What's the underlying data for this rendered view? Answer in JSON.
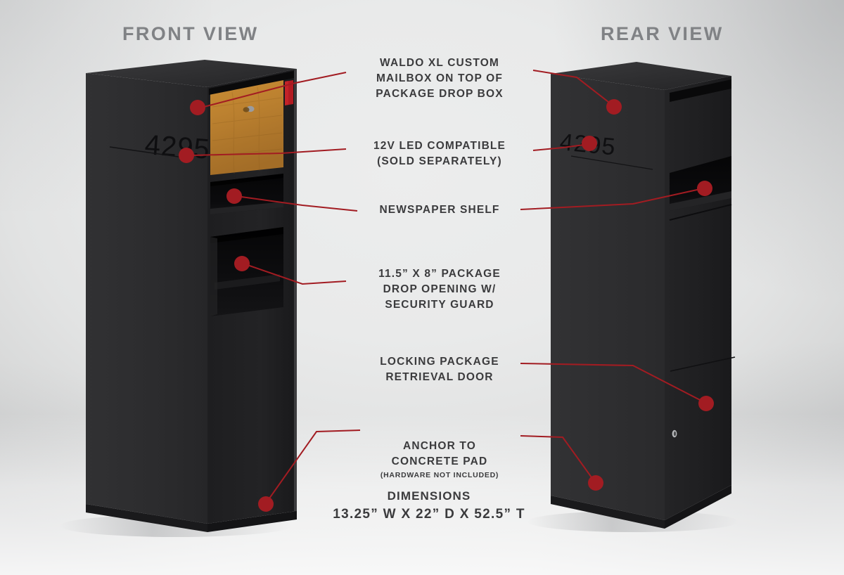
{
  "headings": {
    "front": "FRONT VIEW",
    "rear": "REAR VIEW"
  },
  "callouts": [
    {
      "id": "waldo-mailbox",
      "text": "WALDO XL CUSTOM\nMAILBOX  ON TOP OF\nPACKAGE DROP BOX"
    },
    {
      "id": "led-compatible",
      "text": "12V LED COMPATIBLE\n(SOLD SEPARATELY)"
    },
    {
      "id": "newspaper-shelf",
      "text": "NEWSPAPER SHELF"
    },
    {
      "id": "package-drop",
      "text": "11.5” X 8” PACKAGE\nDROP OPENING W/\nSECURITY GUARD"
    },
    {
      "id": "locking-door",
      "text": "LOCKING PACKAGE\nRETRIEVAL DOOR"
    },
    {
      "id": "anchor",
      "text": "ANCHOR TO\nCONCRETE PAD",
      "sub": "(HARDWARE NOT INCLUDED)"
    }
  ],
  "dimensions": {
    "title": "DIMENSIONS",
    "value": "13.25” W X 22” D X 52.5” T"
  },
  "product": {
    "house_number_front": "4295",
    "house_number_rear": "4295"
  },
  "colors": {
    "callout_red": "#a21c22",
    "body_black": "#2b2b2d",
    "body_black_dark": "#1d1d1f",
    "wood_panel": "#b9812f",
    "flag_red": "#b31b22",
    "heading_gray": "#808285",
    "text_dark": "#3b3b3d",
    "background_light": "#ecedee"
  }
}
